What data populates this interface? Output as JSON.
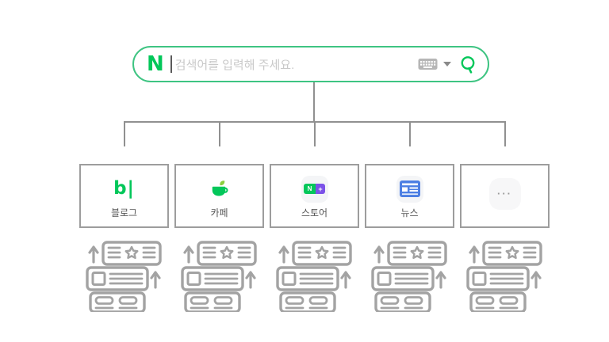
{
  "search_bar": {
    "logo_letter": "N",
    "placeholder": "검색어를 입력해 주세요.",
    "icons": [
      "keyboard-icon",
      "dropdown-arrow-icon",
      "search-magnifier-icon"
    ]
  },
  "channels": [
    {
      "label": "블로그",
      "icon": "naver-blog-icon",
      "glyph": "b|"
    },
    {
      "label": "카페",
      "icon": "naver-cafe-icon"
    },
    {
      "label": "스토어",
      "icon": "naver-store-icon",
      "store_n": "N",
      "store_plus": "+"
    },
    {
      "label": "뉴스",
      "icon": "naver-news-icon"
    },
    {
      "label": "",
      "icon": "more-ellipsis-icon",
      "glyph": "···"
    }
  ],
  "ranked_documents_icon": "documents-with-up-arrows-icon",
  "colors": {
    "naver_green": "#03C75A",
    "search_border_green": "#3ec482",
    "connector_gray": "#909090",
    "box_border_gray": "#9d9d9d",
    "doc_icon_gray": "#a3a3a3",
    "placeholder_gray": "#c9c9c9",
    "label_gray": "#565656",
    "store_purple": "#7c52e8",
    "news_blue": "#4d7fe3"
  }
}
